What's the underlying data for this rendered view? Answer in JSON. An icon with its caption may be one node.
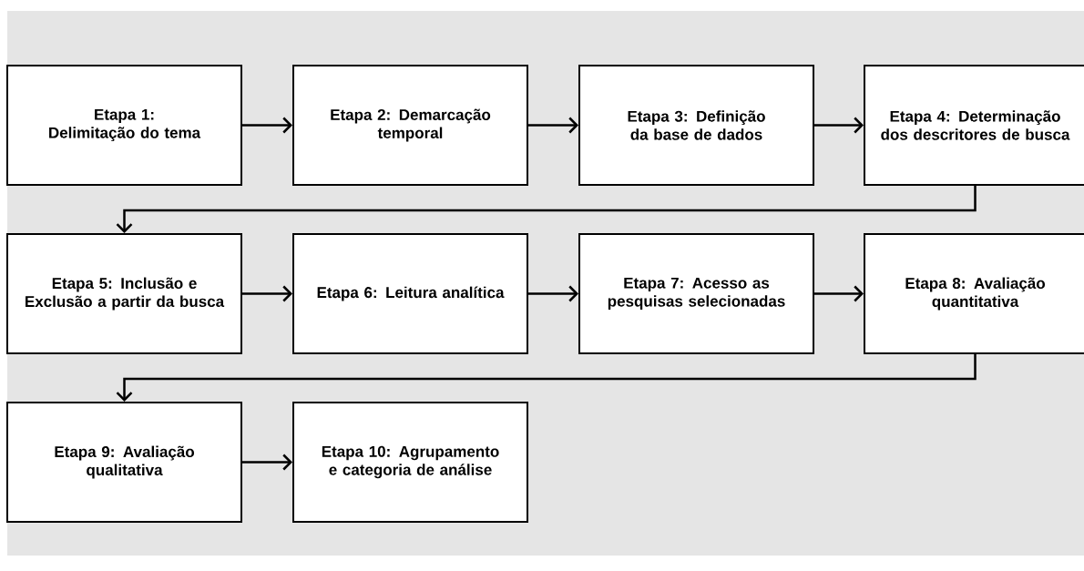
{
  "diagram": {
    "nodes": [
      {
        "text": [
          "Etapa 1: Delimitação do tema"
        ]
      },
      {
        "text": [
          "Etapa 2: Demarcação temporal"
        ]
      },
      {
        "text": [
          "Etapa 3: Definição da base de dados"
        ]
      },
      {
        "text": [
          "Etapa 4: Determinação dos descritores de busca"
        ]
      },
      {
        "text": [
          "Etapa 5: Inclusão e Exclusão a partir da busca"
        ]
      },
      {
        "text": [
          "Etapa 6: Leitura analítica"
        ]
      },
      {
        "text": [
          "Etapa 7: Acesso as pesquisas selecionadas"
        ]
      },
      {
        "text": [
          "Etapa 8: Avaliação quantitativa"
        ]
      },
      {
        "text": [
          "Etapa 9: Avaliação qualitativa"
        ]
      },
      {
        "text": [
          "Etapa 10: Agrupamento e categoria de análise"
        ]
      }
    ],
    "edges": [
      {
        "from": 0,
        "to": 1,
        "arrow": "to"
      },
      {
        "from": 1,
        "to": 2,
        "arrow": "to"
      },
      {
        "from": 2,
        "to": 3,
        "arrow": "to"
      },
      {
        "from": 3,
        "to": 4,
        "arrow": "to"
      },
      {
        "from": 4,
        "to": 5,
        "arrow": "to"
      },
      {
        "from": 5,
        "to": 6,
        "arrow": "to"
      },
      {
        "from": 6,
        "to": 7,
        "arrow": "to"
      },
      {
        "from": 7,
        "to": 8,
        "arrow": "to"
      },
      {
        "from": 8,
        "to": 9,
        "arrow": "to"
      }
    ]
  }
}
